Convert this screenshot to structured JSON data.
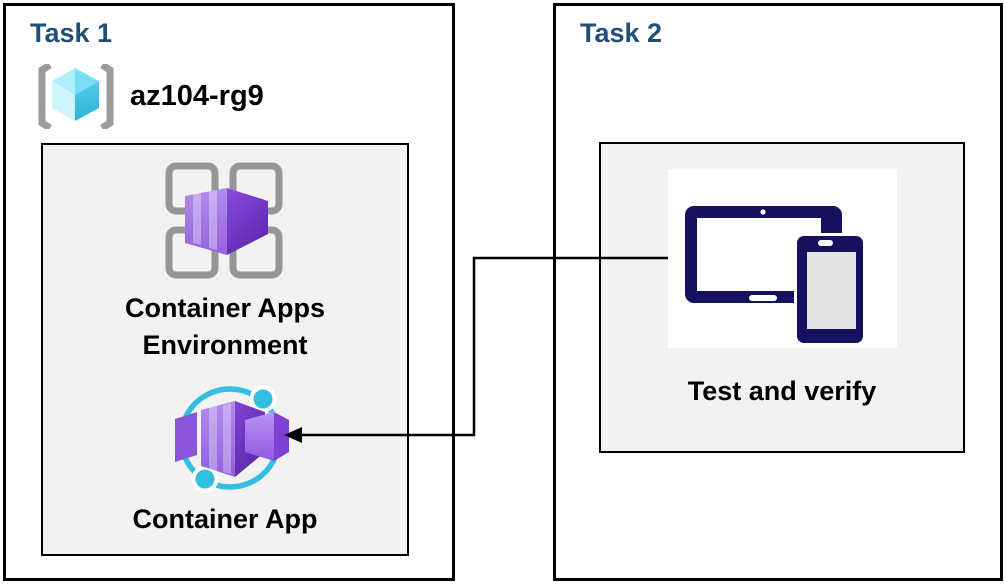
{
  "task1": {
    "title": "Task 1",
    "resource_group": {
      "name": "az104-rg9",
      "icon": "azure-resource-group-icon"
    },
    "environment": {
      "label": "Container Apps Environment",
      "icon": "container-apps-environment-icon"
    },
    "container_app": {
      "label": "Container App",
      "icon": "container-app-icon"
    }
  },
  "task2": {
    "title": "Task 2",
    "test": {
      "label": "Test and verify",
      "icon": "devices-icon"
    }
  },
  "connector": {
    "type": "elbow-arrow",
    "from": "devices-icon",
    "to": "container-app-icon"
  },
  "colors": {
    "title_navy": "#1F4E79",
    "box_border": "#000000",
    "inner_box_background": "#f2f2f2",
    "label_text": "#000000",
    "resource_group_cyan": "#44c5e4",
    "bracket_gray": "#9c9c9c",
    "environment_grid_gray": "#959595",
    "container_purple_light": "#ab84ea",
    "container_purple_dark": "#5f27ad",
    "app_ring_cyan": "#33bfdf",
    "device_navy": "#14125f",
    "phone_screen_gray": "#e4e4e4"
  }
}
